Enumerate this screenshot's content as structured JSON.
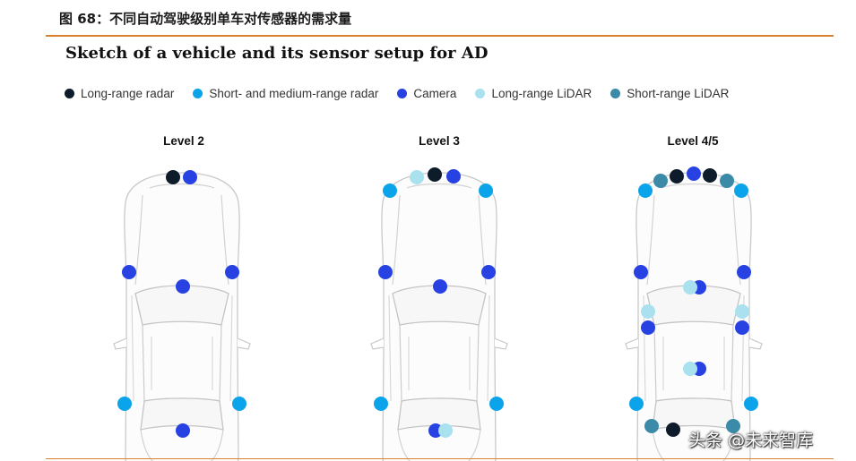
{
  "figure_title": "图 68：不同自动驾驶级别单车对传感器的需求量",
  "sketch_title": "Sketch of a vehicle and its sensor setup for AD",
  "colors": {
    "long_range_radar": "#0d1b2a",
    "short_medium_radar": "#0ba4ea",
    "camera": "#2741e3",
    "long_range_lidar": "#a9e1ef",
    "short_range_lidar": "#3a8aa8",
    "accent_rule": "#d9822b"
  },
  "legend": [
    {
      "key": "long_range_radar",
      "label": "Long-range radar"
    },
    {
      "key": "short_medium_radar",
      "label": "Short- and medium-range radar"
    },
    {
      "key": "camera",
      "label": "Camera"
    },
    {
      "key": "long_range_lidar",
      "label": "Long-range LiDAR"
    },
    {
      "key": "short_range_lidar",
      "label": "Short-range LiDAR"
    }
  ],
  "levels": [
    {
      "label": "Level 2"
    },
    {
      "label": "Level 3"
    },
    {
      "label": "Level 4/5"
    }
  ],
  "watermark": "头条 @未来智库"
}
